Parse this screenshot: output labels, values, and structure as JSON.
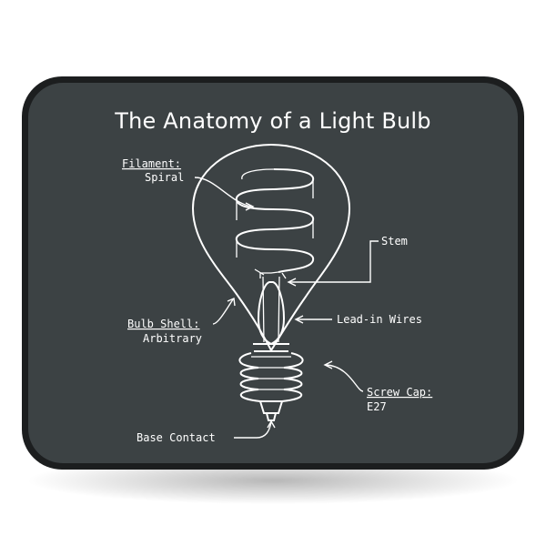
{
  "title": "The Anatomy of a Light Bulb",
  "labels": {
    "filament": {
      "heading": "Filament:",
      "value": "Spiral"
    },
    "stem": "Stem",
    "bulb_shell": {
      "heading": "Bulb Shell:",
      "value": "Arbitrary"
    },
    "lead_in_wires": "Lead-in Wires",
    "screw_cap": {
      "heading": "Screw Cap:",
      "value": "E27"
    },
    "base_contact": "Base Contact"
  },
  "colors": {
    "mat": "#3c4244",
    "mat_border": "#1c1e1f",
    "ink": "#ffffff"
  }
}
